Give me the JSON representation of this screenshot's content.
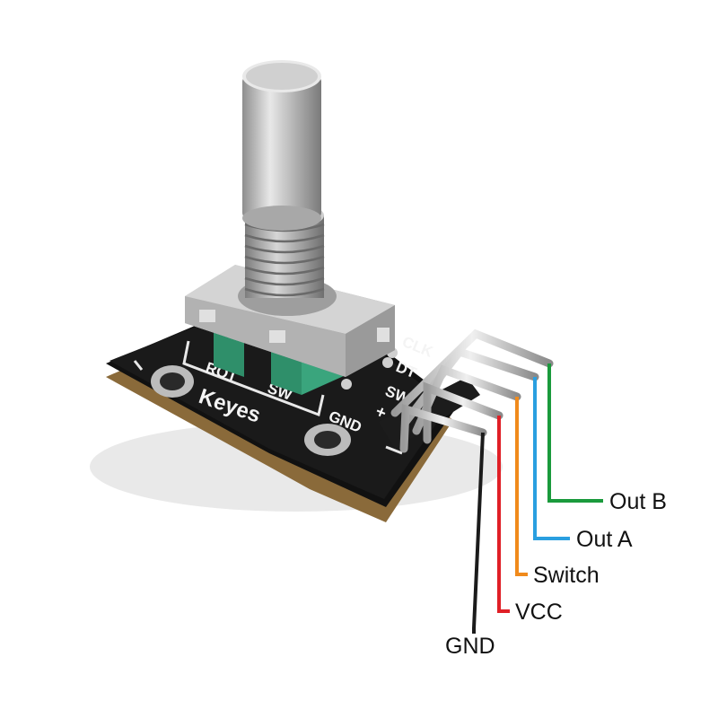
{
  "board": {
    "brand": "Keyes",
    "silkscreen": {
      "clk": "CLK",
      "dt": "DT",
      "sw": "SW",
      "plus": "+",
      "gnd": "GND",
      "rot": "ROT",
      "sw_mid": "SW"
    }
  },
  "wires": [
    {
      "label": "Out B",
      "color": "#1a9a3c"
    },
    {
      "label": "Out A",
      "color": "#2a9fe0"
    },
    {
      "label": "Switch",
      "color": "#f08a1c"
    },
    {
      "label": "VCC",
      "color": "#e01f26"
    },
    {
      "label": "GND",
      "color": "#1b1b1b"
    }
  ]
}
